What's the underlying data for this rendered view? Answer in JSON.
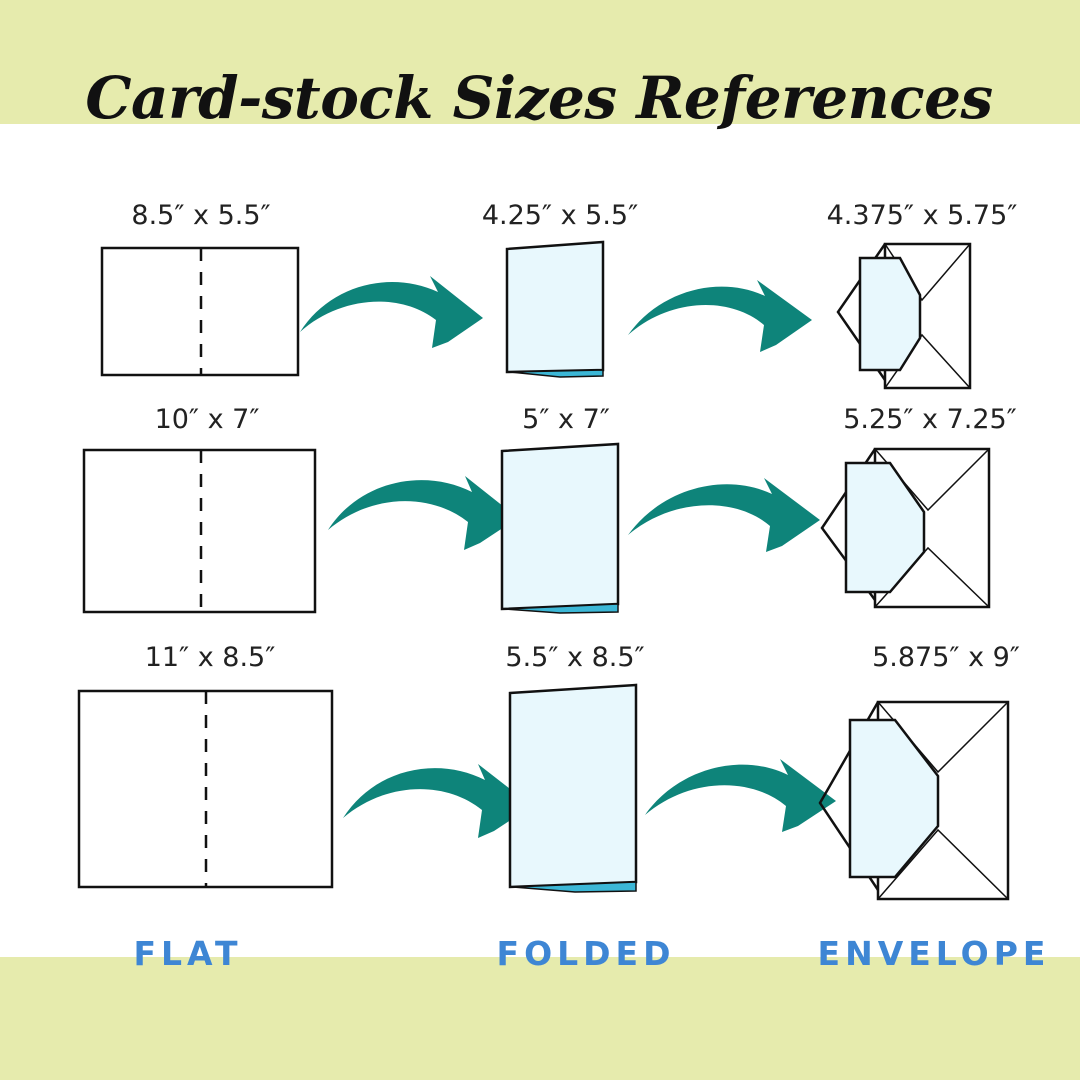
{
  "title": "Card-stock Sizes References",
  "columns": {
    "flat": "FLAT",
    "folded": "FOLDED",
    "envelope": "ENVELOPE"
  },
  "rows": [
    {
      "flat": "8.5″ x 5.5″",
      "folded": "4.25″ x 5.5″",
      "envelope": "4.375″ x 5.75″"
    },
    {
      "flat": "10″ x 7″",
      "folded": "5″ x 7″",
      "envelope": "5.25″ x 7.25″"
    },
    {
      "flat": "11″ x 8.5″",
      "folded": "5.5″ x 8.5″",
      "envelope": "5.875″ x 9″"
    }
  ],
  "colors": {
    "band": "#e6ebad",
    "arrow": "#0e847a",
    "card_fill": "#e8f8fd",
    "label_blue": "#3e86d4"
  }
}
